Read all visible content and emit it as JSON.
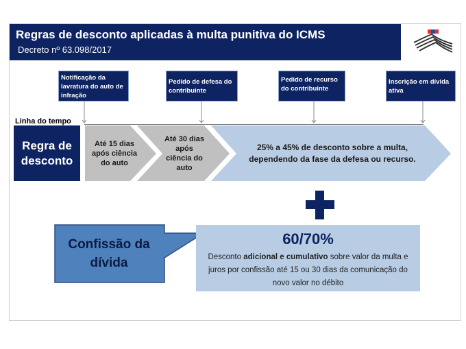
{
  "header": {
    "title": "Regras de desconto aplicadas à multa punitiva do ICMS",
    "subtitle": "Decreto nº 63.098/2017",
    "logo": "sao-paulo-state-logo"
  },
  "events": [
    {
      "label": "Notificação da lavratura do auto de infração"
    },
    {
      "label": "Pedido de defesa do contribuinte"
    },
    {
      "label": "Pedido de recurso do contribuinte"
    },
    {
      "label": "Inscrição em dívida ativa"
    }
  ],
  "timeline_label": "Linha do tempo",
  "rule_label": "Regra de desconto",
  "stages": [
    {
      "text": "Até 15 dias após ciência do auto"
    },
    {
      "text": "Até 30 dias após ciência do auto"
    },
    {
      "text": "25% a 45% de desconto sobre a multa, dependendo da fase da defesa ou recurso."
    }
  ],
  "confession": {
    "callout": "Confissão da dívida",
    "percent": "60/70%",
    "desc_pre": "Desconto ",
    "desc_bold": "adicional e cumulativo",
    "desc_post": " sobre valor da multa e juros por confissão até 15 ou 30 dias da comunicação do novo valor no débito"
  },
  "colors": {
    "navy": "#0e2361",
    "gray": "#c0c0c0",
    "lightblue": "#b8cce4",
    "callout": "#4f81bd"
  }
}
